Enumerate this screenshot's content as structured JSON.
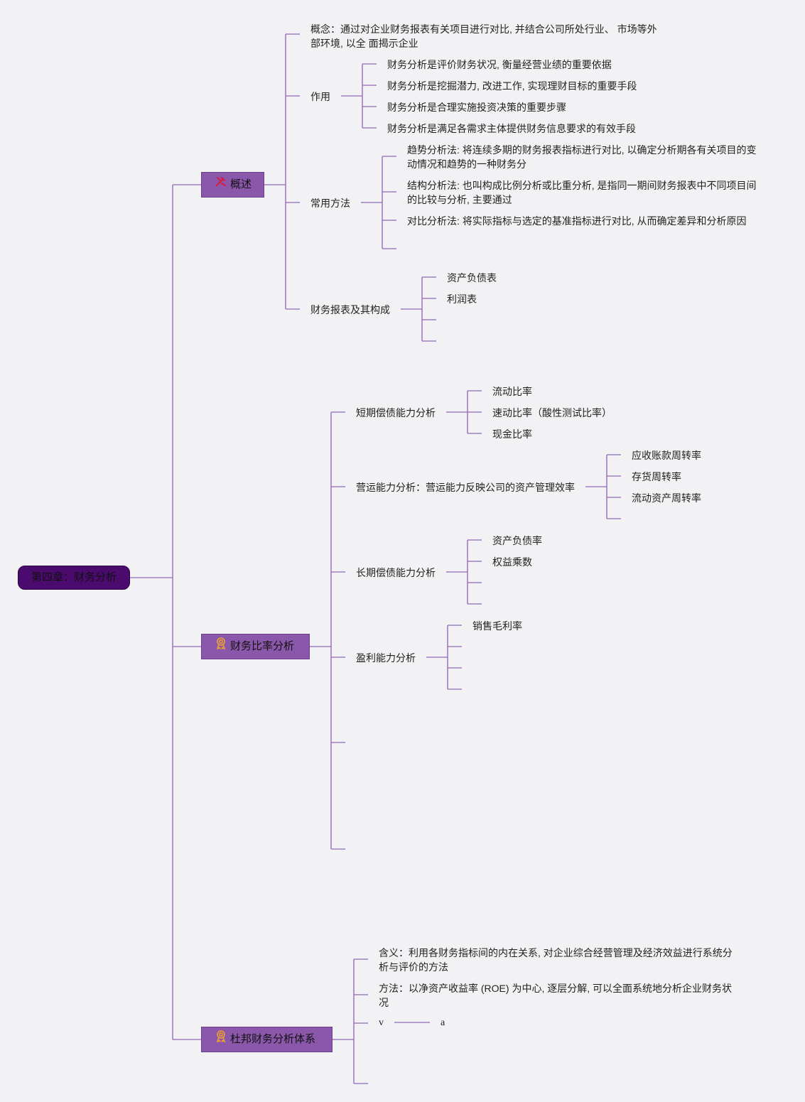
{
  "root": {
    "label": "第四章：财务分析"
  },
  "branch1": {
    "label": "概述",
    "icon": "tools-icon",
    "concept": "概念：通过对企业财务报表有关项目进行对比, 并结合公司所处行业、 市场等外部环境, 以全 面揭示企业",
    "role": {
      "label": "作用",
      "items": [
        "财务分析是评价财务状况, 衡量经营业绩的重要依据",
        "财务分析是挖掘潜力, 改进工作, 实现理财目标的重要手段",
        "财务分析是合理实施投资决策的重要步骤",
        "财务分析是满足各需求主体提供财务信息要求的有效手段"
      ]
    },
    "methods": {
      "label": "常用方法",
      "items": [
        "趋势分析法: 将连续多期的财务报表指标进行对比, 以确定分析期各有关项目的变动情况和趋势的一种财务分",
        "结构分析法: 也叫构成比例分析或比重分析, 是指同一期间财务报表中不同项目间的比较与分析, 主要通过",
        "对比分析法: 将实际指标与选定的基准指标进行对比, 从而确定差异和分析原因"
      ]
    },
    "statements": {
      "label": "财务报表及其构成",
      "items": [
        "资产负债表",
        "利润表"
      ]
    }
  },
  "branch2": {
    "label": "财务比率分析",
    "icon": "award-ribbon-icon",
    "short_term": {
      "label": "短期偿债能力分析",
      "items": [
        "流动比率",
        "速动比率（酸性测试比率）",
        "现金比率"
      ]
    },
    "operating": {
      "label": "营运能力分析：营运能力反映公司的资产管理效率",
      "items": [
        "应收账款周转率",
        "存货周转率",
        "流动资产周转率"
      ]
    },
    "long_term": {
      "label": "长期偿债能力分析",
      "items": [
        "资产负债率",
        "权益乘数"
      ]
    },
    "profit": {
      "label": "盈利能力分析",
      "items": [
        "销售毛利率"
      ]
    }
  },
  "branch3": {
    "label": "杜邦财务分析体系",
    "icon": "award-ribbon-icon",
    "meaning": "含义：利用各财务指标间的内在关系, 对企业综合经营管理及经济效益进行系统分析与评价的方法",
    "method": "方法：以净资产收益率 (ROE) 为中心, 逐层分解, 可以全面系统地分析企业财务状况",
    "v_label": "v",
    "a_label": "a"
  },
  "colors": {
    "line": "#a07cc0",
    "root_fill": "#4b0a6e",
    "box_fill": "#8a57aa"
  }
}
